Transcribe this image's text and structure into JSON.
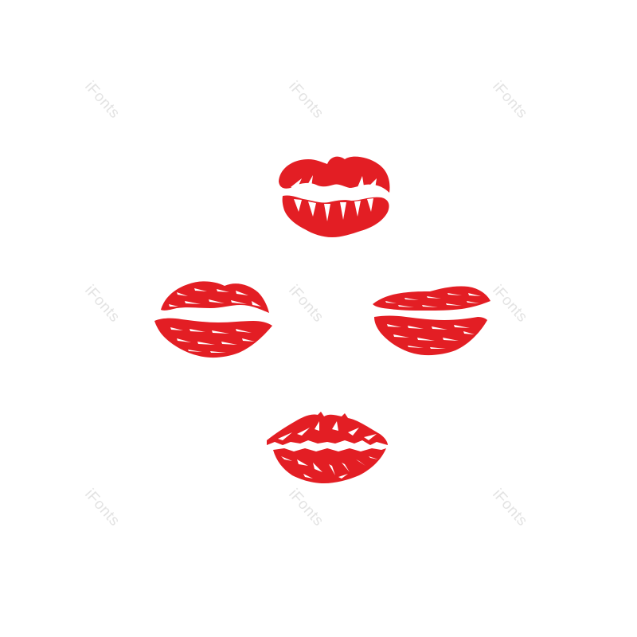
{
  "watermark": {
    "text": "iFonts",
    "color": "#e3e3e3"
  },
  "lipstick_color": "#e31e24",
  "kiss_marks": [
    {
      "name": "kiss-mark-top",
      "style": "bold-icon"
    },
    {
      "name": "kiss-mark-left",
      "style": "grunge-print"
    },
    {
      "name": "kiss-mark-right",
      "style": "grunge-print"
    },
    {
      "name": "kiss-mark-bottom",
      "style": "jagged-print"
    }
  ]
}
